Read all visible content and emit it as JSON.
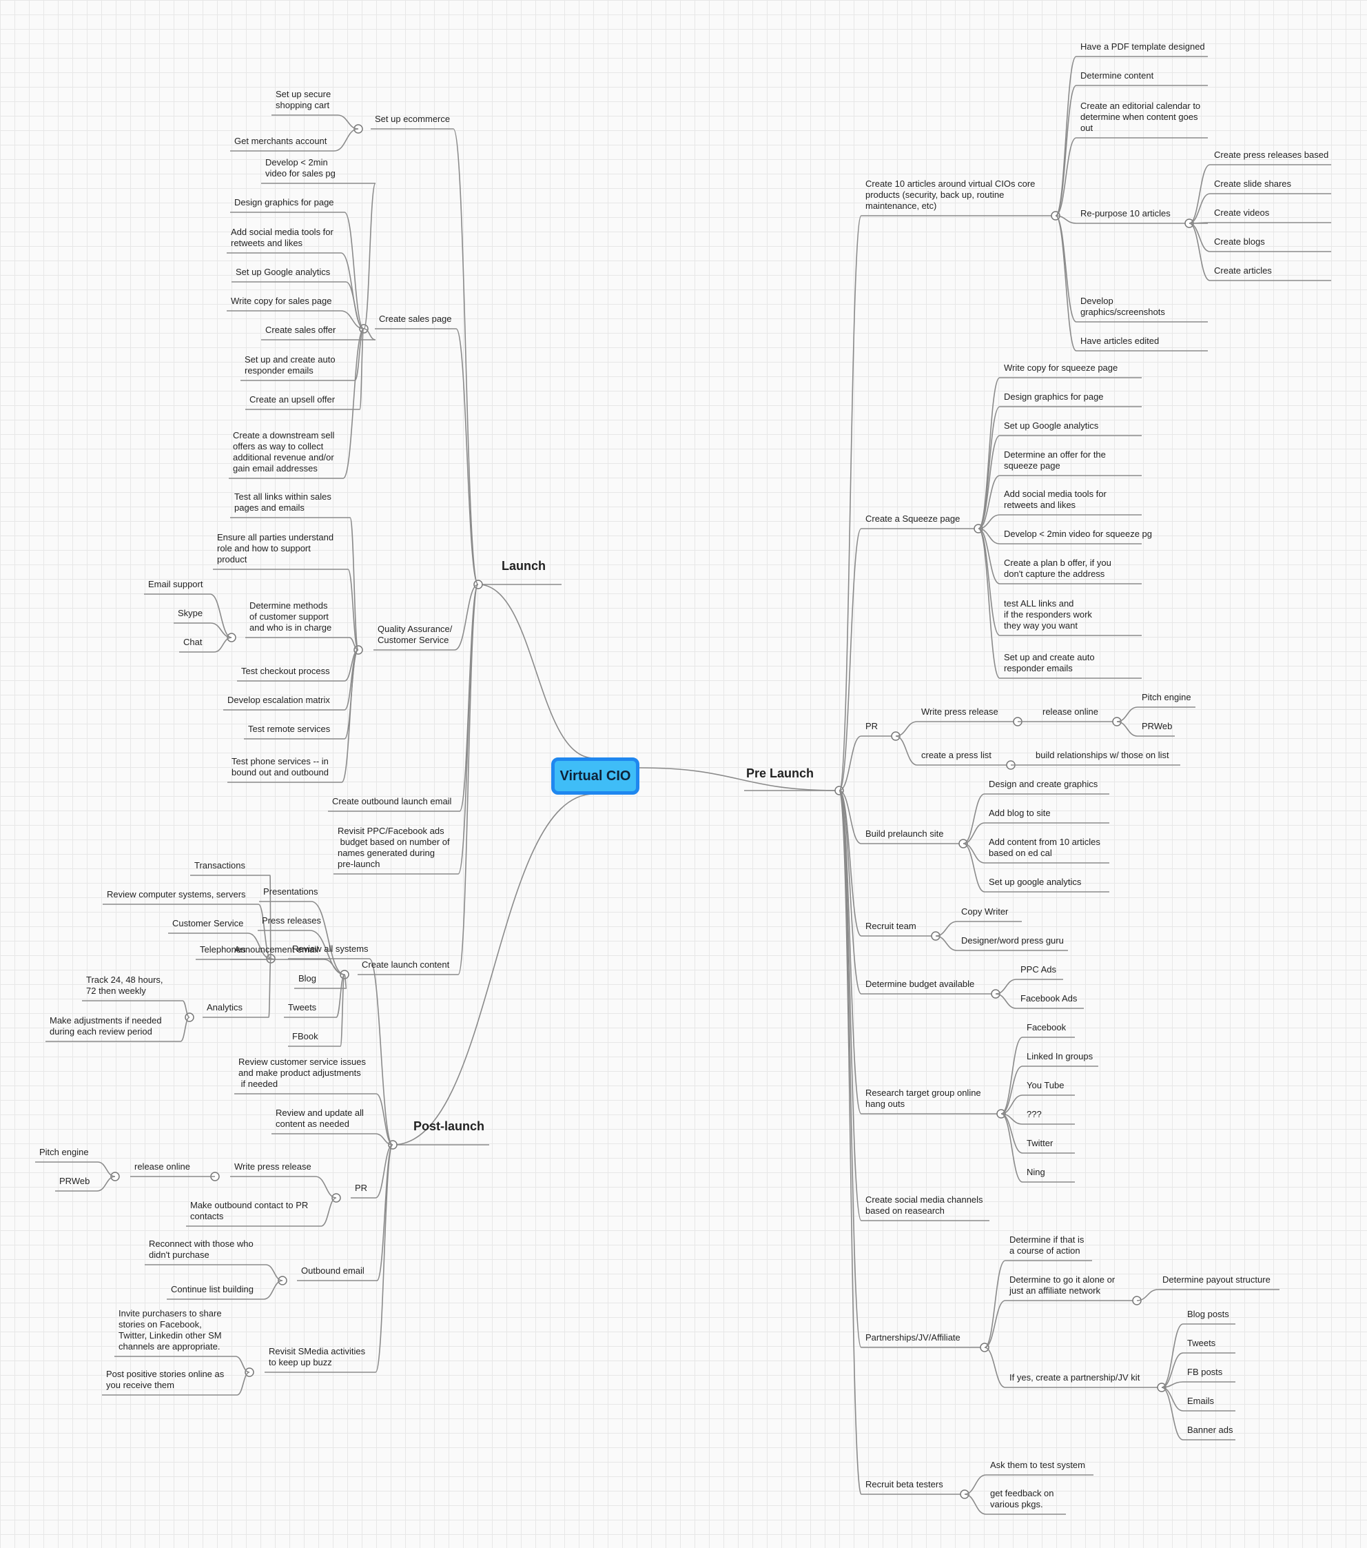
{
  "root": "Virtual CIO",
  "launch": {
    "label": "Launch",
    "ecommerce": {
      "label": "Set up ecommerce",
      "items": [
        "Set up secure\nshopping cart",
        "Get merchants account"
      ]
    },
    "sales_page": {
      "label": "Create sales page",
      "items": [
        "Develop < 2min\nvideo for sales pg",
        "Design graphics for page",
        "Add social media tools for\nretweets and likes",
        "Set up Google analytics",
        "Write copy for sales page",
        "Create sales offer",
        "Set up and create auto\nresponder emails",
        "Create an upsell offer",
        "Create a downstream sell\noffers as way to collect\nadditional revenue and/or\ngain email addresses"
      ]
    },
    "qa": {
      "label": "Quality Assurance/\nCustomer Service",
      "items": [
        "Test all links within sales\npages and emails",
        "Ensure all parties understand\nrole and how to support\nproduct",
        "Determine methods\nof customer support\nand who is in charge",
        "Test checkout process",
        "Develop escalation matrix",
        "Test remote services",
        "Test phone services -- in\nbound out and outbound"
      ],
      "support_methods": [
        "Email support",
        "Skype",
        "Chat"
      ]
    },
    "outbound_email": "Create outbound launch email",
    "ppc": "Revisit PPC/Facebook ads\n budget based on number of\nnames generated during\npre-launch",
    "launch_content": {
      "label": "Create launch content",
      "items": [
        "Presentations",
        "Press releases",
        "Announcement email",
        "Blog",
        "Tweets",
        "FBook"
      ]
    }
  },
  "post_launch": {
    "label": "Post-launch",
    "review_systems": {
      "label": "Review all systems",
      "items": [
        "Transactions",
        "Review computer systems, servers",
        "Customer Service",
        "Telephones",
        "Analytics"
      ]
    },
    "analytics_items": [
      "Track 24, 48 hours,\n72 then weekly",
      "Make adjustments if needed\nduring each review period"
    ],
    "review_cs": "Review customer service issues\nand make product adjustments\n if needed",
    "review_content": "Review and update all\ncontent as needed",
    "pr": {
      "label": "PR",
      "write_press_release": "Write press release",
      "release_online": "release online",
      "outlets": [
        "Pitch engine",
        "PRWeb"
      ],
      "outbound_contact": "Make outbound contact to PR\ncontacts"
    },
    "outbound_email": {
      "label": "Outbound email",
      "items": [
        "Reconnect with those who\ndidn't purchase",
        "Continue list building"
      ]
    },
    "smedia": {
      "label": "Revisit SMedia activities\nto keep up buzz",
      "items": [
        "Invite purchasers to share\nstories on Facebook,\nTwitter, Linkedin other SM\nchannels are appropriate.",
        "Post positive stories online as\nyou receive them"
      ]
    }
  },
  "pre_launch": {
    "label": "Pre Launch",
    "articles": {
      "label": "Create 10 articles around virtual CIOs core\nproducts (security, back up, routine\nmaintenance, etc)",
      "items": [
        "Have a PDF template designed",
        "Determine content",
        "Create an editorial calendar to\ndetermine when content goes\nout",
        "Re-purpose 10 articles",
        "Develop\ngraphics/screenshots",
        "Have articles edited"
      ],
      "repurpose": [
        "Create press releases based",
        "Create slide shares",
        "Create videos",
        "Create blogs",
        "Create articles"
      ]
    },
    "squeeze": {
      "label": "Create a Squeeze page",
      "items": [
        "Write copy for squeeze page",
        "Design graphics for page",
        "Set up Google analytics",
        "Determine an offer for the\nsqueeze page",
        "Add social media tools for\nretweets and likes",
        "Develop < 2min video for squeeze pg",
        "Create a plan b offer, if you\ndon't capture the address",
        "test ALL links and\nif the responders work\nthey way you want",
        "Set up and create auto\nresponder emails"
      ]
    },
    "pr": {
      "label": "PR",
      "write_press_release": "Write press release",
      "release_online": "release online",
      "outlets": [
        "Pitch engine",
        "PRWeb"
      ],
      "press_list": "create a press list",
      "relationships": "build relationships w/ those on list"
    },
    "prelaunch_site": {
      "label": "Build prelaunch site",
      "items": [
        "Design and create graphics",
        "Add blog to site",
        "Add content from 10 articles\nbased on ed cal",
        "Set up google analytics"
      ]
    },
    "team": {
      "label": "Recruit team",
      "items": [
        "Copy Writer",
        "Designer/word press guru"
      ]
    },
    "budget": {
      "label": "Determine budget available",
      "items": [
        "PPC Ads",
        "Facebook Ads"
      ]
    },
    "research": {
      "label": "Research target group online\nhang outs",
      "items": [
        "Facebook",
        "Linked In groups",
        "You Tube",
        "???",
        "Twitter",
        "Ning"
      ]
    },
    "social_channels": "Create social media channels\nbased on reasearch",
    "partnerships": {
      "label": "Partnerships/JV/Affiliate",
      "items": [
        "Determine if that is\na course of action",
        "Determine to go it alone or\njust an affiliate network",
        "If yes, create a partnership/JV kit"
      ],
      "payout": "Determine payout structure",
      "kit_items": [
        "Blog posts",
        "Tweets",
        "FB posts",
        "Emails",
        "Banner ads"
      ]
    },
    "beta": {
      "label": "Recruit beta testers",
      "items": [
        "Ask them to test system",
        "get feedback on\nvarious pkgs."
      ]
    }
  }
}
